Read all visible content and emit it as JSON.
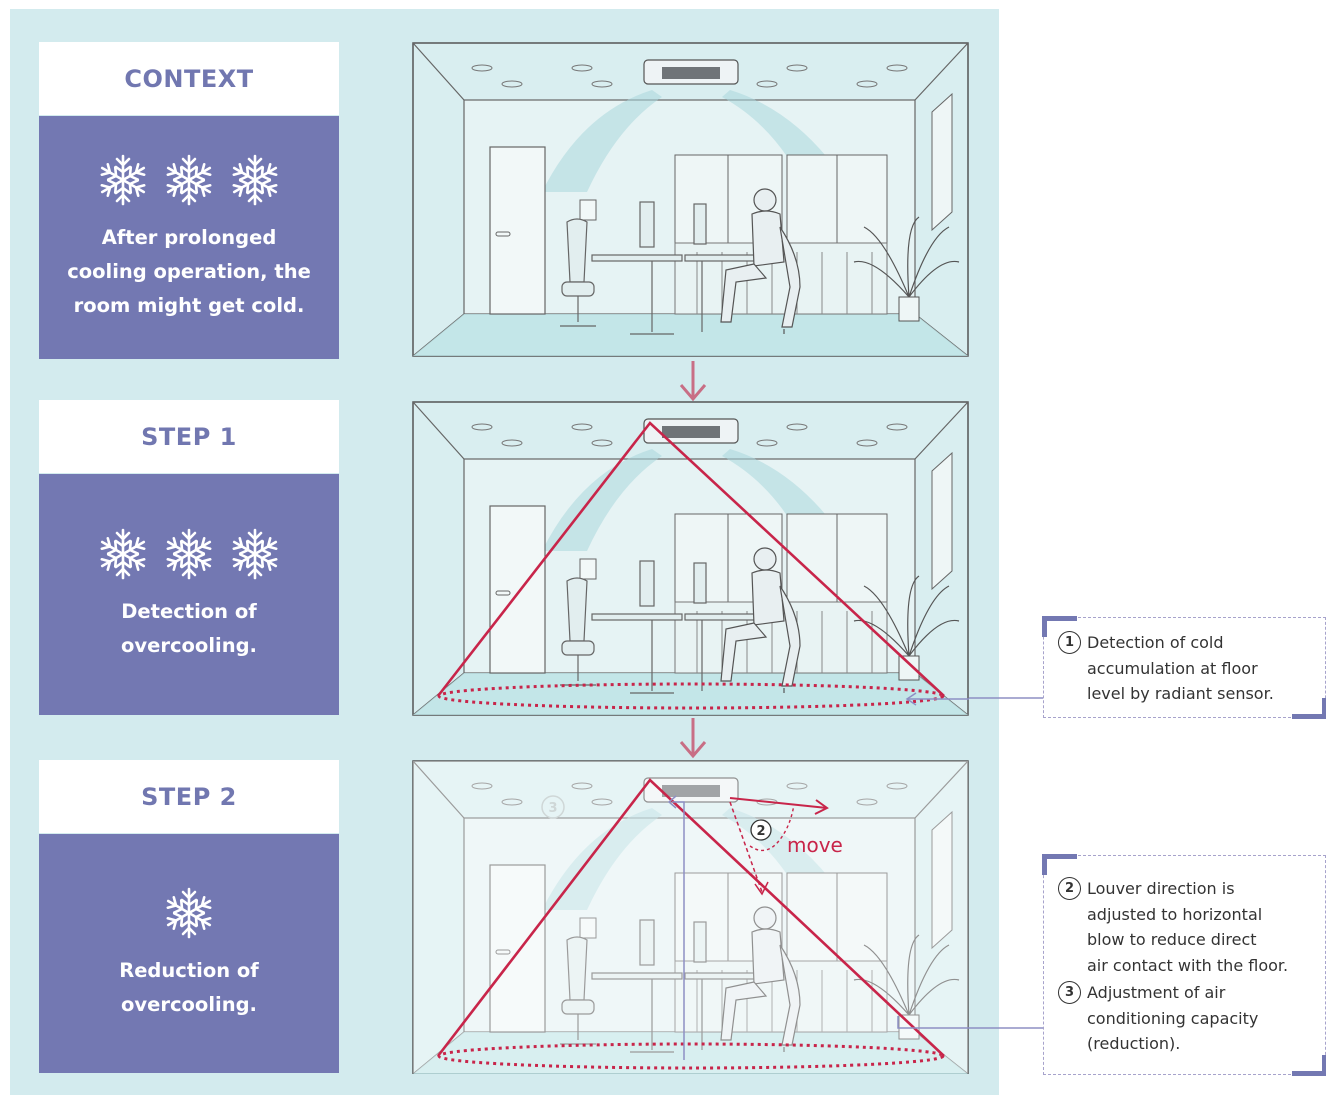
{
  "panels": [
    {
      "header": "CONTEXT",
      "snowflakes": 3,
      "text": "After prolonged cooling operation, the room might get cold."
    },
    {
      "header": "STEP 1",
      "snowflakes": 3,
      "text": "Detection of overcooling."
    },
    {
      "header": "STEP 2",
      "snowflakes": 1,
      "text": "Reduction of overcooling."
    }
  ],
  "scene_labels": {
    "move": "move",
    "num_2": "2",
    "num_3": "3"
  },
  "callouts": [
    {
      "items": [
        {
          "num": "1",
          "text": "Detection of cold\naccumulation at floor\nlevel by radiant sensor."
        }
      ]
    },
    {
      "items": [
        {
          "num": "2",
          "text": "Louver direction is\nadjusted to horizontal\nblow to reduce direct\nair contact with the floor."
        },
        {
          "num": "3",
          "text": "Adjustment of air\nconditioning capacity\n(reduction)."
        }
      ]
    }
  ],
  "colors": {
    "panel_bg": "#d3ebee",
    "box_purple": "#7378b2",
    "header_text": "#7177b0",
    "sensor_red": "#c8254a",
    "arrow_pink": "#c86e85",
    "callout_line": "#8d8fc4"
  }
}
